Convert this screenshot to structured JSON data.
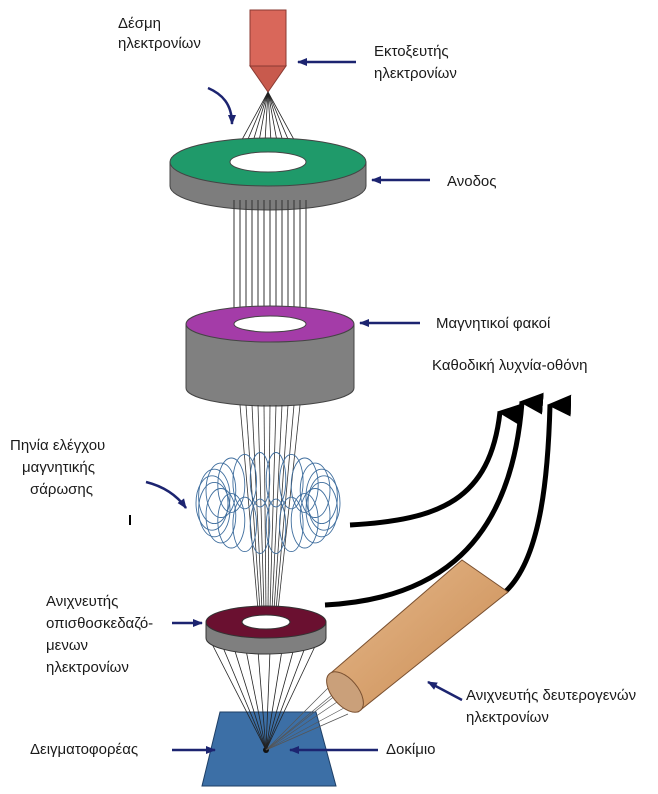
{
  "labels": {
    "beam_line1": "Δέσμη",
    "beam_line2": "ηλεκτρονίων",
    "gun_line1": "Εκτοξευτής",
    "gun_line2": "ηλεκτρονίων",
    "anode": "Ανοδος",
    "lenses": "Μαγνητικοί φακοί",
    "crt": "Καθοδική λυχνία-οθόνη",
    "coils_line1": "Πηνία ελέγχου",
    "coils_line2": "μαγνητικής",
    "coils_line3": "σάρωσης",
    "bse_line1": "Ανιχνευτής",
    "bse_line2": "οπισθοσκεδαζό-",
    "bse_line3": "μενων",
    "bse_line4": "ηλεκτρονίων",
    "se_line1": "Ανιχνευτής δευτερογενών",
    "se_line2": "ηλεκτρονίων",
    "holder": "Δειγματοφορέας",
    "specimen": "Δοκίμιο"
  },
  "colors": {
    "gun": "#d9675a",
    "anode_top": "#1f9a6a",
    "anode_side": "#7d7d7d",
    "lens_top": "#a43ca8",
    "lens_side": "#808080",
    "bse_top": "#6a1030",
    "coil": "#3f6e9e",
    "se_detector": "#d9a574",
    "holder": "#3c6fa6",
    "pointer_arrow": "#1c2470",
    "signal_arrow": "#000000"
  }
}
